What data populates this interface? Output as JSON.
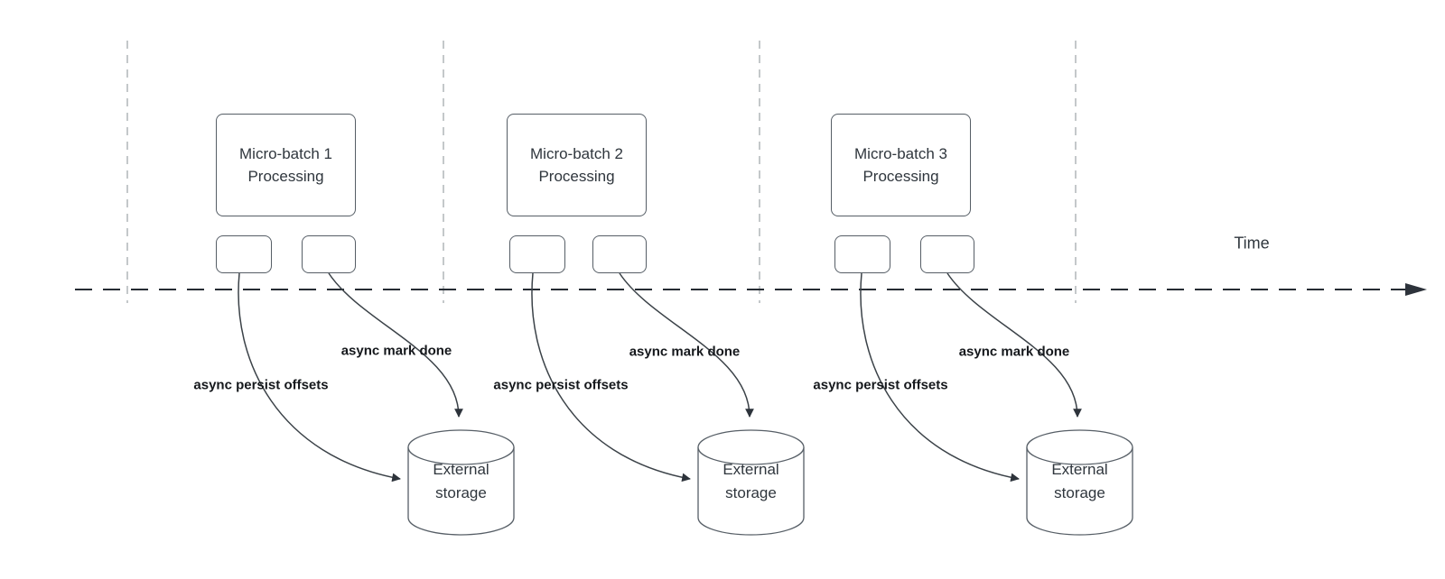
{
  "diagram": {
    "time_axis_label": "Time"
  },
  "colors": {
    "shape_border": "#565e66",
    "shape_text": "#2f363d",
    "annotation_text": "#15181c",
    "axis_line": "#262c33",
    "guide_line": "#b0b5b9",
    "background": "#ffffff"
  },
  "panels": [
    {
      "process_label_line1": "Micro-batch 1",
      "process_label_line2": "Processing",
      "persist_annotation": "async persist offsets",
      "done_annotation": "async mark done",
      "storage_label_line1": "External",
      "storage_label_line2": "storage"
    },
    {
      "process_label_line1": "Micro-batch 2",
      "process_label_line2": "Processing",
      "persist_annotation": "async persist offsets",
      "done_annotation": "async mark done",
      "storage_label_line1": "External",
      "storage_label_line2": "storage"
    },
    {
      "process_label_line1": "Micro-batch 3",
      "process_label_line2": "Processing",
      "persist_annotation": "async persist offsets",
      "done_annotation": "async mark done",
      "storage_label_line1": "External",
      "storage_label_line2": "storage"
    }
  ]
}
